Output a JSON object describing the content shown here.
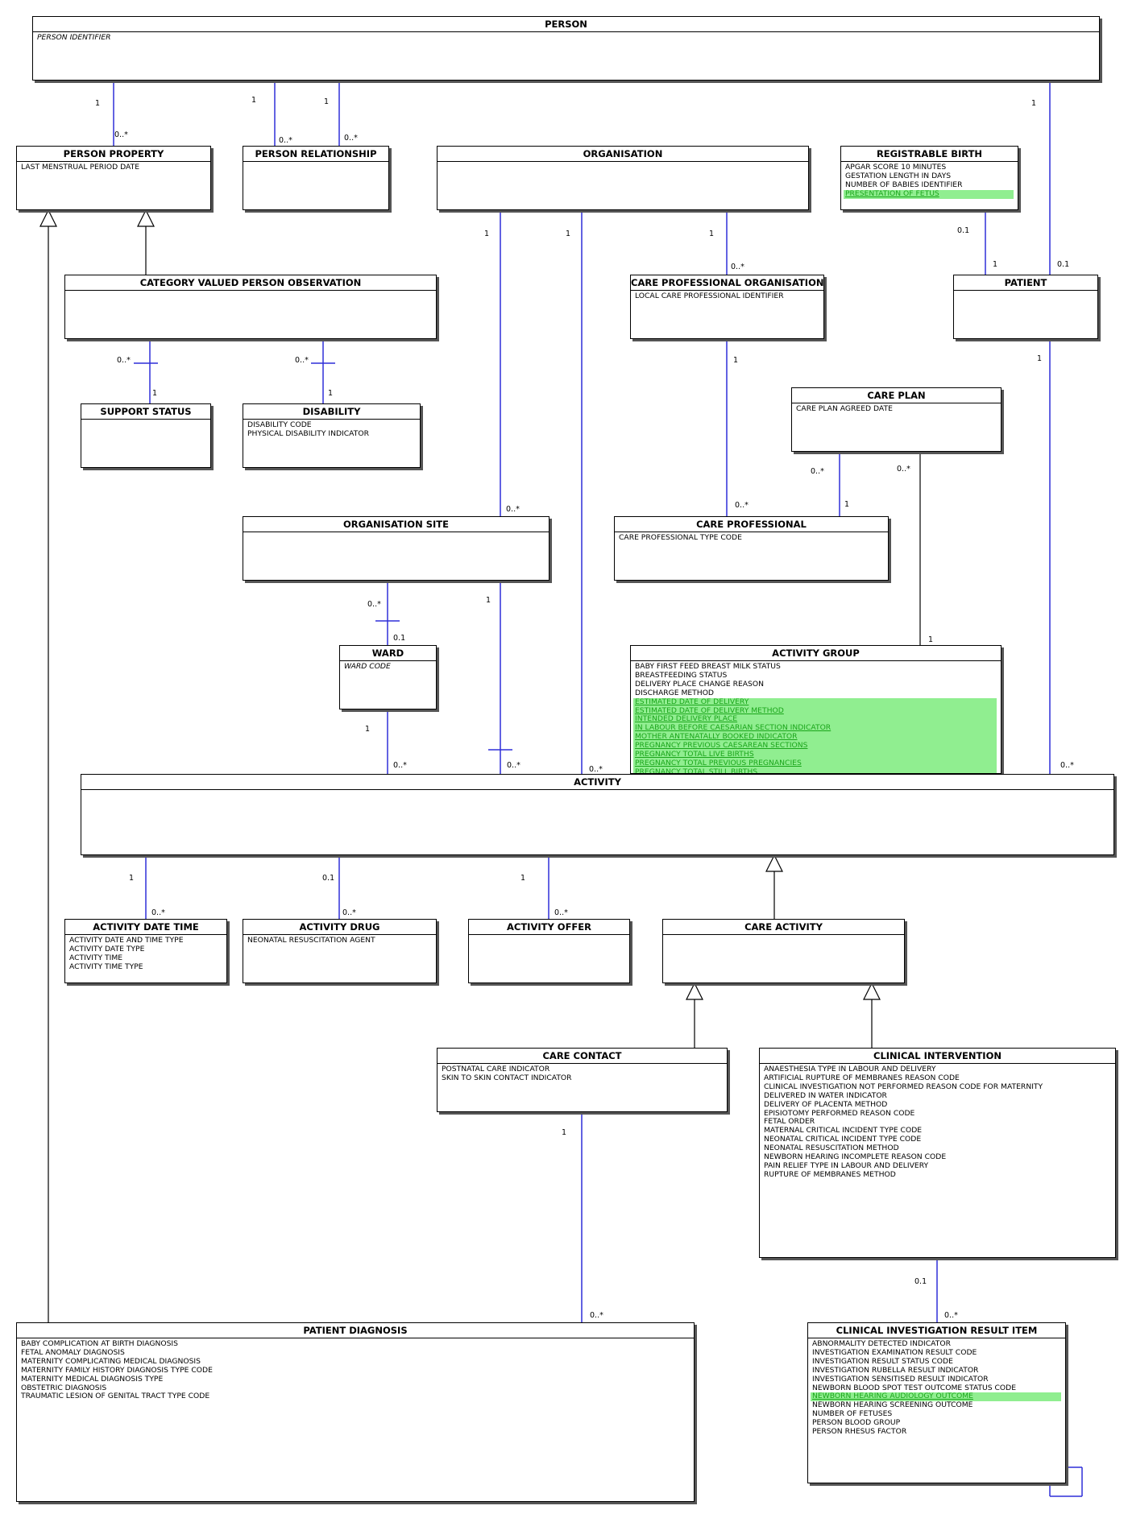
{
  "entities": [
    {
      "id": "person",
      "title": "PERSON",
      "attrs": [
        {
          "t": "PERSON IDENTIFIER",
          "s": "italic"
        }
      ]
    },
    {
      "id": "person-property",
      "title": "PERSON PROPERTY",
      "attrs": [
        {
          "t": "LAST MENSTRUAL PERIOD DATE"
        }
      ]
    },
    {
      "id": "person-relationship",
      "title": "PERSON RELATIONSHIP",
      "attrs": []
    },
    {
      "id": "organisation",
      "title": "ORGANISATION",
      "attrs": []
    },
    {
      "id": "registrable-birth",
      "title": "REGISTRABLE BIRTH",
      "attrs": [
        {
          "t": "APGAR SCORE 10 MINUTES"
        },
        {
          "t": "GESTATION LENGTH IN DAYS"
        },
        {
          "t": "NUMBER OF BABIES IDENTIFIER"
        },
        {
          "t": "PRESENTATION OF FETUS",
          "s": "hl"
        }
      ]
    },
    {
      "id": "category-valued-person-observation",
      "title": "CATEGORY VALUED PERSON OBSERVATION",
      "attrs": []
    },
    {
      "id": "care-professional-organisation",
      "title": "CARE PROFESSIONAL ORGANISATION",
      "attrs": [
        {
          "t": "LOCAL CARE PROFESSIONAL IDENTIFIER"
        }
      ]
    },
    {
      "id": "patient",
      "title": "PATIENT",
      "attrs": []
    },
    {
      "id": "support-status",
      "title": "SUPPORT STATUS",
      "attrs": []
    },
    {
      "id": "disability",
      "title": "DISABILITY",
      "attrs": [
        {
          "t": "DISABILITY CODE"
        },
        {
          "t": "PHYSICAL DISABILITY INDICATOR"
        }
      ]
    },
    {
      "id": "care-plan",
      "title": "CARE PLAN",
      "attrs": [
        {
          "t": "CARE PLAN AGREED DATE"
        }
      ]
    },
    {
      "id": "organisation-site",
      "title": "ORGANISATION SITE",
      "attrs": []
    },
    {
      "id": "care-professional",
      "title": "CARE PROFESSIONAL",
      "attrs": [
        {
          "t": "CARE PROFESSIONAL TYPE CODE"
        }
      ]
    },
    {
      "id": "ward",
      "title": "WARD",
      "attrs": [
        {
          "t": "WARD CODE",
          "s": "italic"
        }
      ]
    },
    {
      "id": "activity-group",
      "title": "ACTIVITY GROUP",
      "attrs": [
        {
          "t": "BABY FIRST FEED BREAST MILK STATUS"
        },
        {
          "t": "BREASTFEEDING STATUS"
        },
        {
          "t": "DELIVERY PLACE CHANGE REASON"
        },
        {
          "t": "DISCHARGE METHOD"
        },
        {
          "t": "ESTIMATED DATE OF DELIVERY",
          "s": "hl"
        },
        {
          "t": "ESTIMATED DATE OF DELIVERY METHOD",
          "s": "hl"
        },
        {
          "t": "INTENDED DELIVERY PLACE",
          "s": "hl"
        },
        {
          "t": "IN LABOUR BEFORE CAESARIAN SECTION INDICATOR",
          "s": "hl"
        },
        {
          "t": "MOTHER ANTENATALLY BOOKED INDICATOR",
          "s": "hl"
        },
        {
          "t": "PREGNANCY PREVIOUS CAESAREAN SECTIONS",
          "s": "hl"
        },
        {
          "t": "PREGNANCY TOTAL LIVE BIRTHS",
          "s": "hl"
        },
        {
          "t": "PREGNANCY TOTAL PREVIOUS PREGNANCIES",
          "s": "hl"
        },
        {
          "t": "PREGNANCY TOTAL STILL BIRTHS",
          "s": "hl"
        }
      ]
    },
    {
      "id": "activity",
      "title": "ACTIVITY",
      "attrs": []
    },
    {
      "id": "activity-date-time",
      "title": "ACTIVITY DATE TIME",
      "attrs": [
        {
          "t": "ACTIVITY DATE AND TIME TYPE"
        },
        {
          "t": "ACTIVITY DATE TYPE"
        },
        {
          "t": "ACTIVITY TIME"
        },
        {
          "t": "ACTIVITY TIME TYPE"
        }
      ]
    },
    {
      "id": "activity-drug",
      "title": "ACTIVITY DRUG",
      "attrs": [
        {
          "t": "NEONATAL RESUSCITATION AGENT"
        }
      ]
    },
    {
      "id": "activity-offer",
      "title": "ACTIVITY OFFER",
      "attrs": []
    },
    {
      "id": "care-activity",
      "title": "CARE ACTIVITY",
      "attrs": []
    },
    {
      "id": "care-contact",
      "title": "CARE CONTACT",
      "attrs": [
        {
          "t": "POSTNATAL CARE INDICATOR"
        },
        {
          "t": "SKIN TO SKIN CONTACT INDICATOR"
        }
      ]
    },
    {
      "id": "clinical-intervention",
      "title": "CLINICAL INTERVENTION",
      "attrs": [
        {
          "t": "ANAESTHESIA TYPE IN LABOUR AND DELIVERY"
        },
        {
          "t": "ARTIFICIAL RUPTURE OF MEMBRANES REASON CODE"
        },
        {
          "t": "CLINICAL INVESTIGATION NOT PERFORMED REASON CODE FOR MATERNITY"
        },
        {
          "t": "DELIVERED IN WATER INDICATOR"
        },
        {
          "t": "DELIVERY OF PLACENTA METHOD"
        },
        {
          "t": "EPISIOTOMY PERFORMED REASON CODE"
        },
        {
          "t": "FETAL ORDER"
        },
        {
          "t": "MATERNAL CRITICAL INCIDENT TYPE CODE"
        },
        {
          "t": "NEONATAL CRITICAL INCIDENT TYPE CODE"
        },
        {
          "t": "NEONATAL RESUSCITATION METHOD"
        },
        {
          "t": "NEWBORN HEARING INCOMPLETE REASON CODE"
        },
        {
          "t": "PAIN RELIEF TYPE IN LABOUR AND DELIVERY"
        },
        {
          "t": "RUPTURE OF MEMBRANES METHOD"
        }
      ]
    },
    {
      "id": "patient-diagnosis",
      "title": "PATIENT DIAGNOSIS",
      "attrs": [
        {
          "t": "BABY COMPLICATION AT BIRTH DIAGNOSIS"
        },
        {
          "t": "FETAL ANOMALY DIAGNOSIS"
        },
        {
          "t": "MATERNITY COMPLICATING MEDICAL DIAGNOSIS"
        },
        {
          "t": "MATERNITY FAMILY HISTORY DIAGNOSIS TYPE CODE"
        },
        {
          "t": "MATERNITY MEDICAL DIAGNOSIS TYPE"
        },
        {
          "t": "OBSTETRIC DIAGNOSIS"
        },
        {
          "t": "TRAUMATIC LESION OF GENITAL TRACT TYPE CODE"
        }
      ]
    },
    {
      "id": "clinical-investigation-result-item",
      "title": "CLINICAL INVESTIGATION RESULT ITEM",
      "attrs": [
        {
          "t": "ABNORMALITY DETECTED INDICATOR"
        },
        {
          "t": "INVESTIGATION EXAMINATION RESULT CODE"
        },
        {
          "t": "INVESTIGATION RESULT STATUS CODE"
        },
        {
          "t": "INVESTIGATION RUBELLA RESULT INDICATOR"
        },
        {
          "t": "INVESTIGATION SENSITISED RESULT INDICATOR"
        },
        {
          "t": "NEWBORN BLOOD SPOT TEST OUTCOME STATUS CODE"
        },
        {
          "t": "NEWBORN HEARING AUDIOLOGY OUTCOME",
          "s": "hl"
        },
        {
          "t": "NEWBORN HEARING SCREENING OUTCOME"
        },
        {
          "t": "NUMBER OF FETUSES"
        },
        {
          "t": "PERSON BLOOD GROUP"
        },
        {
          "t": "PERSON RHESUS FACTOR"
        }
      ]
    }
  ],
  "multiplicities": [
    "1",
    "0..*",
    "1",
    "0..*",
    "1",
    "0..*",
    "1",
    "0.1",
    "1",
    "0..*",
    "1",
    "0..*",
    "1",
    "0..*",
    "0.1",
    "1",
    "0..*",
    "1",
    "0..*",
    "1",
    "0..*",
    "1",
    "0..*",
    "1",
    "0..*",
    "0.1",
    "1",
    "0..*",
    "1",
    "0..*",
    "1",
    "0..*",
    "1",
    "0..*",
    "1",
    "0..*",
    "0.1",
    "0..*",
    "1",
    "0..*",
    "1",
    "0..*",
    "0.1",
    "0..*"
  ],
  "colors": {
    "association": "#2f2fd8",
    "generalization": "#000000",
    "highlight": "#90ee90"
  }
}
